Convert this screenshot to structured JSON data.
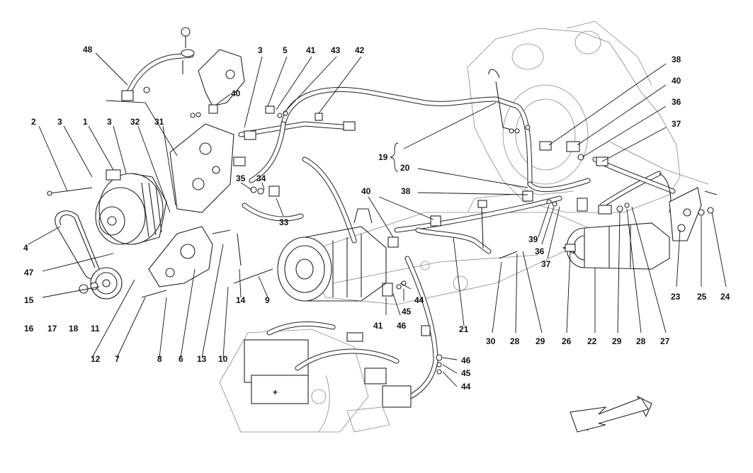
{
  "callouts": [
    {
      "id": "c48",
      "text": "48"
    },
    {
      "id": "c3a",
      "text": "3"
    },
    {
      "id": "c5",
      "text": "5"
    },
    {
      "id": "c41a",
      "text": "41"
    },
    {
      "id": "c43",
      "text": "43"
    },
    {
      "id": "c42",
      "text": "42"
    },
    {
      "id": "c40a",
      "text": "40"
    },
    {
      "id": "c2",
      "text": "2"
    },
    {
      "id": "c3b",
      "text": "3"
    },
    {
      "id": "c1",
      "text": "1"
    },
    {
      "id": "c3c",
      "text": "3"
    },
    {
      "id": "c32",
      "text": "32"
    },
    {
      "id": "c31",
      "text": "31"
    },
    {
      "id": "c35",
      "text": "35"
    },
    {
      "id": "c34",
      "text": "34"
    },
    {
      "id": "c33",
      "text": "33"
    },
    {
      "id": "c4",
      "text": "4"
    },
    {
      "id": "c47",
      "text": "47"
    },
    {
      "id": "c15",
      "text": "15"
    },
    {
      "id": "c16",
      "text": "16"
    },
    {
      "id": "c17",
      "text": "17"
    },
    {
      "id": "c18",
      "text": "18"
    },
    {
      "id": "c11",
      "text": "11"
    },
    {
      "id": "c12",
      "text": "12"
    },
    {
      "id": "c7",
      "text": "7"
    },
    {
      "id": "c8",
      "text": "8"
    },
    {
      "id": "c6",
      "text": "6"
    },
    {
      "id": "c13",
      "text": "13"
    },
    {
      "id": "c10",
      "text": "10"
    },
    {
      "id": "c14",
      "text": "14"
    },
    {
      "id": "c9",
      "text": "9"
    },
    {
      "id": "c19",
      "text": "19"
    },
    {
      "id": "c20",
      "text": "20"
    },
    {
      "id": "c40b",
      "text": "40"
    },
    {
      "id": "c38a",
      "text": "38"
    },
    {
      "id": "c38b",
      "text": "38"
    },
    {
      "id": "c40c",
      "text": "40"
    },
    {
      "id": "c36a",
      "text": "36"
    },
    {
      "id": "c37a",
      "text": "37"
    },
    {
      "id": "c39",
      "text": "39"
    },
    {
      "id": "c36b",
      "text": "36"
    },
    {
      "id": "c37b",
      "text": "37"
    },
    {
      "id": "c44a",
      "text": "44"
    },
    {
      "id": "c45a",
      "text": "45"
    },
    {
      "id": "c46a",
      "text": "46"
    },
    {
      "id": "c41b",
      "text": "41"
    },
    {
      "id": "c21",
      "text": "21"
    },
    {
      "id": "c30",
      "text": "30"
    },
    {
      "id": "c28a",
      "text": "28"
    },
    {
      "id": "c29a",
      "text": "29"
    },
    {
      "id": "c26",
      "text": "26"
    },
    {
      "id": "c22",
      "text": "22"
    },
    {
      "id": "c29b",
      "text": "29"
    },
    {
      "id": "c28b",
      "text": "28"
    },
    {
      "id": "c27",
      "text": "27"
    },
    {
      "id": "c23",
      "text": "23"
    },
    {
      "id": "c25",
      "text": "25"
    },
    {
      "id": "c24",
      "text": "24"
    },
    {
      "id": "c46b",
      "text": "46"
    },
    {
      "id": "c45b",
      "text": "45"
    },
    {
      "id": "c44b",
      "text": "44"
    }
  ],
  "icons": {
    "direction_arrow": "direction-arrow-icon",
    "battery_plus": "+"
  }
}
